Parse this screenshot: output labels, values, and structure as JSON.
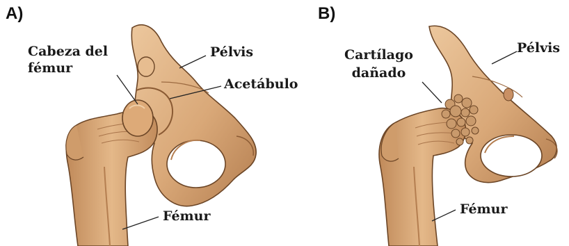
{
  "panels": [
    {
      "letter": "A)",
      "labels": {
        "femoral_head": [
          "Cabeza del",
          "fémur"
        ],
        "pelvis": "Pélvis",
        "acetabulum": "Acetábulo",
        "femur": "Fémur"
      }
    },
    {
      "letter": "B)",
      "labels": {
        "damaged_cartilage": [
          "Cartílago",
          "dañado"
        ],
        "pelvis": "Pélvis",
        "femur": "Fémur"
      }
    }
  ],
  "colors": {
    "bone_fill": "#d9a878",
    "bone_shadow": "#b47e50",
    "bone_highlight": "#ecc79d",
    "outline": "#6b4526",
    "cartilage": "#c99a6c",
    "leader_line": "#222222"
  }
}
